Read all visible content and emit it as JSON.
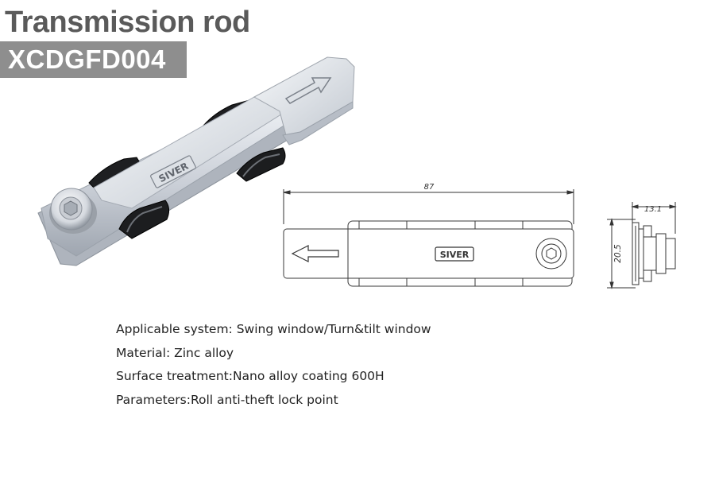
{
  "header": {
    "title": "Transmission rod",
    "code": "XCDGFD004"
  },
  "product": {
    "brand_mark": "SIVER"
  },
  "drawing": {
    "length_dim": "87",
    "depth_dim": "13.1",
    "height_dim": "20.5",
    "brand_mark": "SIVER"
  },
  "specs": [
    "Applicable system: Swing window/Turn&tilt window",
    "Material: Zinc alloy",
    "Surface treatment:Nano alloy coating 600H",
    "Parameters:Roll anti-theft lock point"
  ]
}
